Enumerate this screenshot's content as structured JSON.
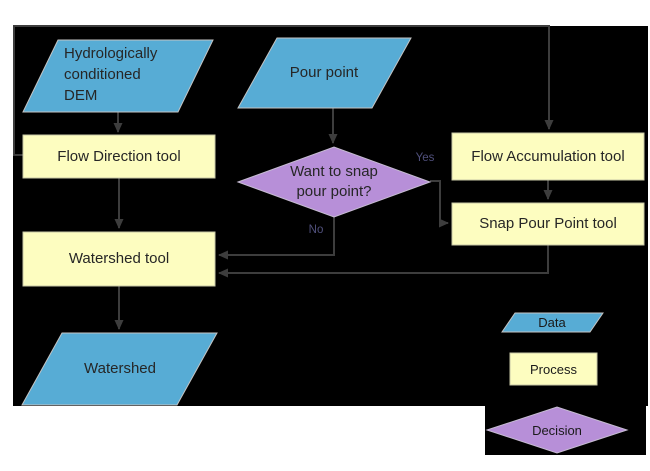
{
  "colors": {
    "page_background": "#ffffff",
    "diagram_background": "#000000",
    "data_fill": "#57acd5",
    "process_fill": "#fdfdc0",
    "decision_fill": "#b78fd8",
    "connector": "#3d3d3d",
    "node_text": "#262626",
    "branch_label_text": "#50507c"
  },
  "flowchart": {
    "nodes": {
      "dem": {
        "label": "Hydrologically\nconditioned\nDEM",
        "type": "data"
      },
      "pour_point": {
        "label": "Pour point",
        "type": "data"
      },
      "flow_direction": {
        "label": "Flow Direction tool",
        "type": "process"
      },
      "flow_accumulation": {
        "label": "Flow Accumulation tool",
        "type": "process"
      },
      "snap_pour_point": {
        "label": "Snap Pour Point tool",
        "type": "process"
      },
      "want_to_snap": {
        "label": "Want to snap\npour point?",
        "type": "decision"
      },
      "watershed_tool": {
        "label": "Watershed tool",
        "type": "process"
      },
      "watershed": {
        "label": "Watershed",
        "type": "data"
      }
    },
    "branch_labels": {
      "yes": "Yes",
      "no": "No"
    }
  },
  "legend": {
    "data_label": "Data",
    "process_label": "Process",
    "decision_label": "Decision"
  }
}
